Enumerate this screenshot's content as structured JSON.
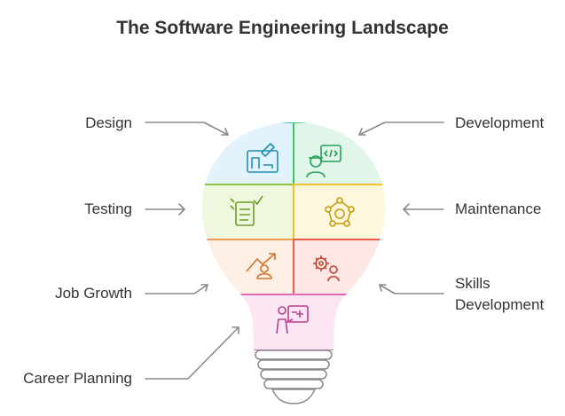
{
  "title": "The Software Engineering Landscape",
  "segments": {
    "design": {
      "label": "Design",
      "icon": "blueprint-icon",
      "color": "#e3f3fd",
      "stroke": "#29b6e6"
    },
    "development": {
      "label": "Development",
      "icon": "coder-icon",
      "color": "#dff6e8",
      "stroke": "#3cc46e"
    },
    "testing": {
      "label": "Testing",
      "icon": "checklist-icon",
      "color": "#eff7df",
      "stroke": "#8dc63f"
    },
    "maintenance": {
      "label": "Maintenance",
      "icon": "gear-network-icon",
      "color": "#fdf8dc",
      "stroke": "#f2c12e"
    },
    "job_growth": {
      "label": "Job Growth",
      "icon": "growth-arrow-icon",
      "color": "#fdefe3",
      "stroke": "#f29a54"
    },
    "skills_development": {
      "label": "Skills\nDevelopment",
      "icon": "gears-person-icon",
      "color": "#fde8e6",
      "stroke": "#ec5a4a"
    },
    "career_planning": {
      "label": "Career Planning",
      "icon": "presentation-icon",
      "color": "#fde6f3",
      "stroke": "#e36bb4"
    }
  }
}
